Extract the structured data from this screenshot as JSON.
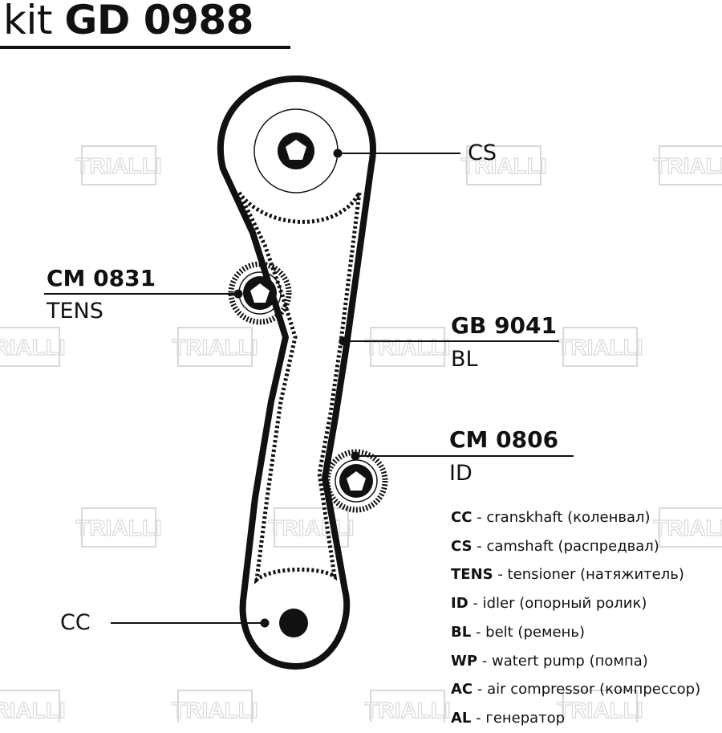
{
  "title": {
    "prefix": "kit",
    "code": "GD 0988"
  },
  "watermark": {
    "text": "TRIALLI"
  },
  "labels": {
    "cs": "CS",
    "tens_part": "CM 0831",
    "tens": "TENS",
    "belt_part": "GB 9041",
    "belt": "BL",
    "idler_part": "CM 0806",
    "idler": "ID",
    "cc": "CC"
  },
  "legend": [
    {
      "code": "CC",
      "text": "- cranskhaft (коленвал)"
    },
    {
      "code": "CS",
      "text": "- camshaft (распредвал)"
    },
    {
      "code": "TENS",
      "text": "- tensioner (натяжитель)"
    },
    {
      "code": "ID",
      "text": "- idler (опорный ролик)"
    },
    {
      "code": "BL",
      "text": "- belt (ремень)"
    },
    {
      "code": "WP",
      "text": "- watert pump (помпа)"
    },
    {
      "code": "AC",
      "text": "- air compressor (компрессор)"
    },
    {
      "code": "AL",
      "text": "- генератор"
    }
  ],
  "colors": {
    "ink": "#111111",
    "watermark": "#d9d9d9",
    "background": "#ffffff"
  }
}
